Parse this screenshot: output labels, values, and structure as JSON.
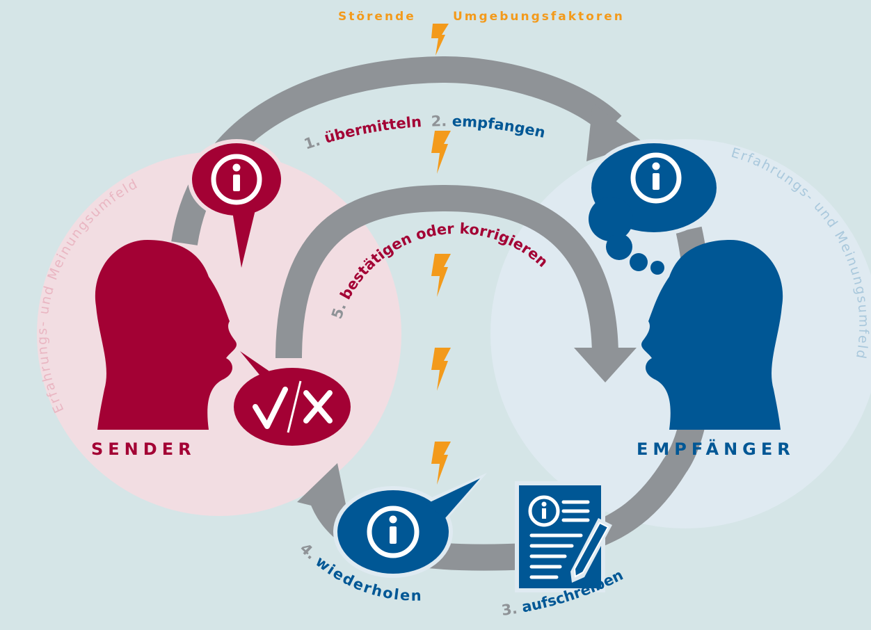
{
  "title": {
    "left": "Störende",
    "right": "Umgebungsfaktoren"
  },
  "roles": {
    "sender": "SENDER",
    "receiver": "EMPFÄNGER"
  },
  "environment": {
    "sender": "Erfahrungs- und Meinungsumfeld",
    "receiver": "Erfahrungs- und Meinungsumfeld"
  },
  "steps": [
    {
      "num": "1.",
      "label": "übermitteln"
    },
    {
      "num": "2.",
      "label": "empfangen"
    },
    {
      "num": "3.",
      "label": "aufschreiben"
    },
    {
      "num": "4.",
      "label": "wiederholen"
    },
    {
      "num": "5.",
      "label": "bestätigen oder korrigieren"
    }
  ],
  "colors": {
    "background": "#d5e5e7",
    "sender": "#a30134",
    "receiver": "#005795",
    "sender_field": "#f2dde2",
    "receiver_field": "#dfeaf1",
    "arrow": "#8f9397",
    "step_number": "#8f9397",
    "lightning": "#f39a1b",
    "env_text_sender": "#e9b6c2",
    "env_text_receiver": "#a9c8dc"
  },
  "icons": {
    "info": "info-icon",
    "check_cross": "check-cross-icon",
    "document": "document-icon",
    "lightning": "lightning-icon",
    "head": "head-silhouette"
  }
}
